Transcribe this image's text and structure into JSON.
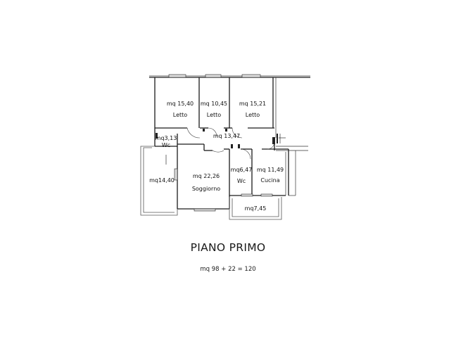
{
  "plan": {
    "title": "PIANO PRIMO",
    "total": "mq 98 + 22 = 120",
    "rooms": {
      "letto1_area": "mq 15,40",
      "letto1_name": "Letto",
      "letto2_area": "mq 10,45",
      "letto2_name": "Letto",
      "letto3_area": "mq 15,21",
      "letto3_name": "Letto",
      "wc1_area": "mq3,13",
      "wc1_name": "Wc",
      "corridor_area": "mq 13,47",
      "terrace_area": "mq14,40",
      "soggiorno_area": "mq 22,26",
      "soggiorno_name": "Soggiorno",
      "wc2_area": "mq6,47",
      "wc2_name": "Wc",
      "cucina_area": "mq 11,49",
      "cucina_name": "Cucina",
      "balcony_area": "mq7,45"
    }
  }
}
